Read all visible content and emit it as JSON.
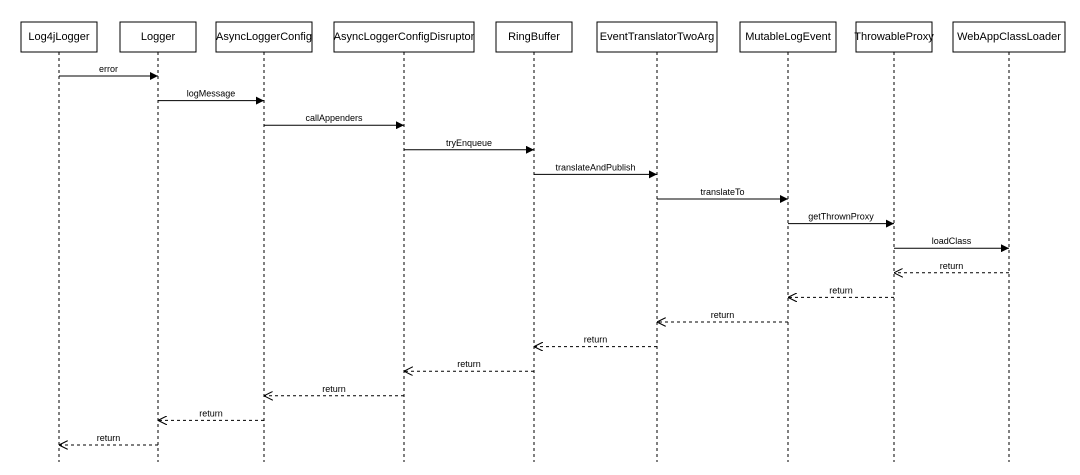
{
  "participants": [
    "Log4jLogger",
    "Logger",
    "AsyncLoggerConfig",
    "AsyncLoggerConfigDisruptor",
    "RingBuffer",
    "EventTranslatorTwoArg",
    "MutableLogEvent",
    "ThrowableProxy",
    "WebAppClassLoader"
  ],
  "messages": [
    {
      "from": 0,
      "to": 1,
      "label": "error",
      "kind": "call"
    },
    {
      "from": 1,
      "to": 2,
      "label": "logMessage",
      "kind": "call"
    },
    {
      "from": 2,
      "to": 3,
      "label": "callAppenders",
      "kind": "call"
    },
    {
      "from": 3,
      "to": 4,
      "label": "tryEnqueue",
      "kind": "call"
    },
    {
      "from": 4,
      "to": 5,
      "label": "translateAndPublish",
      "kind": "call"
    },
    {
      "from": 5,
      "to": 6,
      "label": "translateTo",
      "kind": "call"
    },
    {
      "from": 6,
      "to": 7,
      "label": "getThrownProxy",
      "kind": "call"
    },
    {
      "from": 7,
      "to": 8,
      "label": "loadClass",
      "kind": "call"
    },
    {
      "from": 8,
      "to": 7,
      "label": "return",
      "kind": "return"
    },
    {
      "from": 7,
      "to": 6,
      "label": "return",
      "kind": "return"
    },
    {
      "from": 6,
      "to": 5,
      "label": "return",
      "kind": "return"
    },
    {
      "from": 5,
      "to": 4,
      "label": "return",
      "kind": "return"
    },
    {
      "from": 4,
      "to": 3,
      "label": "return",
      "kind": "return"
    },
    {
      "from": 3,
      "to": 2,
      "label": "return",
      "kind": "return"
    },
    {
      "from": 2,
      "to": 1,
      "label": "return",
      "kind": "return"
    },
    {
      "from": 1,
      "to": 0,
      "label": "return",
      "kind": "return"
    }
  ]
}
